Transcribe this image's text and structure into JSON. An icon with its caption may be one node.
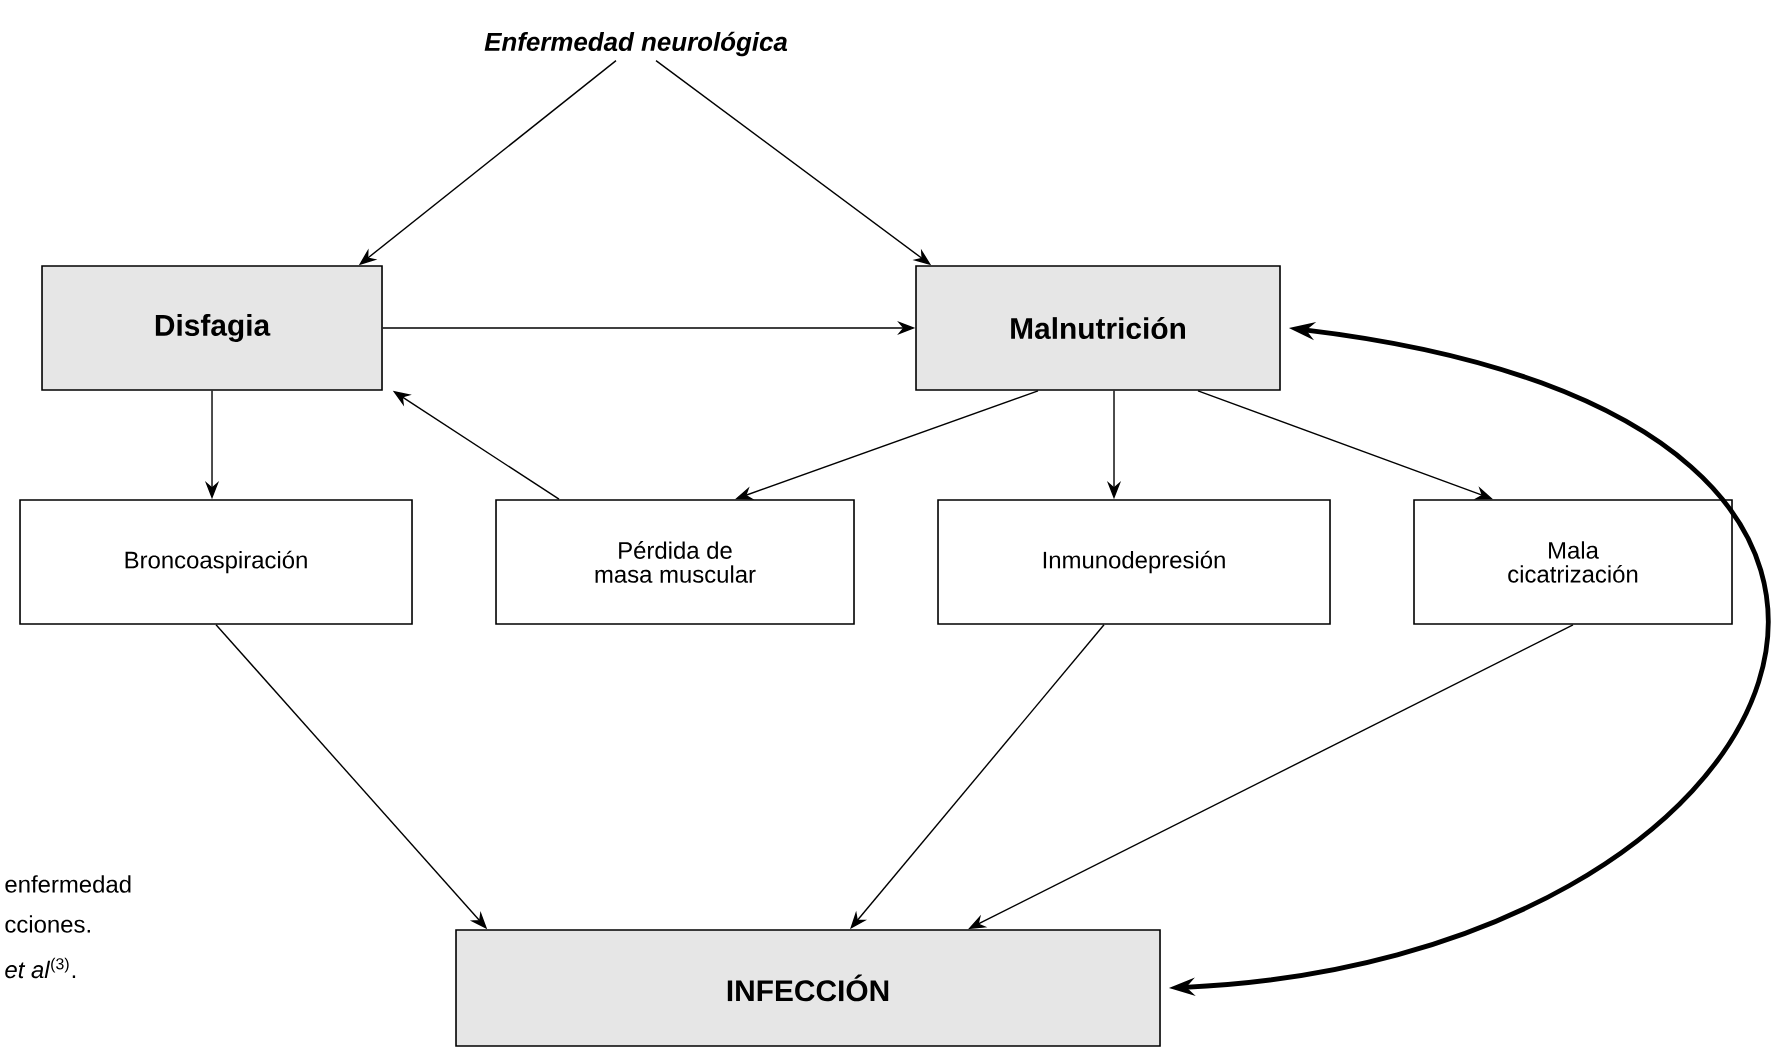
{
  "diagram": {
    "nodes": [
      {
        "text": [
          "Enfermedad neurológica"
        ]
      },
      {
        "text": [
          "Disfagia"
        ]
      },
      {
        "text": [
          "Malnutrición"
        ]
      },
      {
        "text": [
          "Broncoaspiración"
        ]
      },
      {
        "text": [
          "Pérdida de masa muscular"
        ]
      },
      {
        "text": [
          "Inmunodepresión"
        ]
      },
      {
        "text": [
          "Mala cicatrización"
        ]
      },
      {
        "text": [
          "INFECCIÓN"
        ]
      }
    ],
    "edges": [
      {
        "from": 0,
        "to": 1,
        "arrow": "to"
      },
      {
        "from": 0,
        "to": 2,
        "arrow": "to"
      },
      {
        "from": 1,
        "to": 2,
        "arrow": "to"
      },
      {
        "from": 1,
        "to": 3,
        "arrow": "to"
      },
      {
        "from": 4,
        "to": 1,
        "arrow": "to"
      },
      {
        "from": 2,
        "to": 4,
        "arrow": "to"
      },
      {
        "from": 2,
        "to": 5,
        "arrow": "to"
      },
      {
        "from": 2,
        "to": 6,
        "arrow": "to"
      },
      {
        "from": 3,
        "to": 7,
        "arrow": "to"
      },
      {
        "from": 5,
        "to": 7,
        "arrow": "to"
      },
      {
        "from": 6,
        "to": 7,
        "arrow": "to"
      },
      {
        "from": 7,
        "to": 2,
        "arrow": "both",
        "style": "thick"
      }
    ],
    "labels": [
      "enfermedad",
      "cciones.",
      "*et al*$^{(3)}$."
    ]
  }
}
